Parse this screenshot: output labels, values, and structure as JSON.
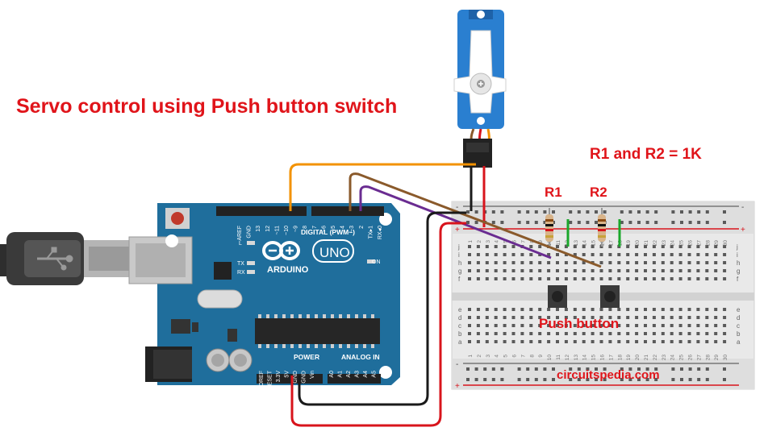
{
  "title": "Servo control using Push button switch",
  "resistor_note": "R1 and R2 = 1K",
  "labels": {
    "r1": "R1",
    "r2": "R2",
    "push_button": "Push button",
    "website": "circuitspedia.com"
  },
  "arduino": {
    "logo_text": "ARDUINO",
    "model": "UNO",
    "digital_header": "DIGITAL (PWM~)",
    "power_header": "POWER",
    "analog_header": "ANALOG IN",
    "on_label": "ON",
    "led_l": "L",
    "led_tx": "TX",
    "led_rx": "RX",
    "digital_pins": [
      "AREF",
      "GND",
      "13",
      "12",
      "~11",
      "~10",
      "~9",
      "8",
      "7",
      "~6",
      "~5",
      "4",
      "~3",
      "2",
      "TX▸1",
      "RX◂0"
    ],
    "power_pins": [
      "IOREF",
      "RESET",
      "3.3V",
      "5V",
      "GND",
      "GND",
      "Vin"
    ],
    "analog_pins": [
      "A0",
      "A1",
      "A2",
      "A3",
      "A4",
      "A5"
    ]
  },
  "breadboard": {
    "row_letters_top": [
      "j",
      "i",
      "h",
      "g",
      "f"
    ],
    "row_letters_bottom": [
      "e",
      "d",
      "c",
      "b",
      "a"
    ],
    "columns": [
      "1",
      "2",
      "3",
      "4",
      "5",
      "6",
      "7",
      "8",
      "9",
      "10",
      "11",
      "12",
      "13",
      "14",
      "15",
      "16",
      "17",
      "18",
      "19",
      "20",
      "21",
      "22",
      "23",
      "24",
      "25",
      "26",
      "27",
      "28",
      "29",
      "30"
    ],
    "rail_plus": "+",
    "rail_minus": "-"
  },
  "colors": {
    "title_red": "#e0141a",
    "board_blue": "#1f6e9c",
    "wire_orange": "#f39200",
    "wire_brown": "#8a5a2b",
    "wire_purple": "#6a2c91",
    "wire_black": "#1a1a1a",
    "wire_red": "#d8141c",
    "wire_green": "#1aa82b",
    "servo_blue": "#2a7fd0"
  }
}
